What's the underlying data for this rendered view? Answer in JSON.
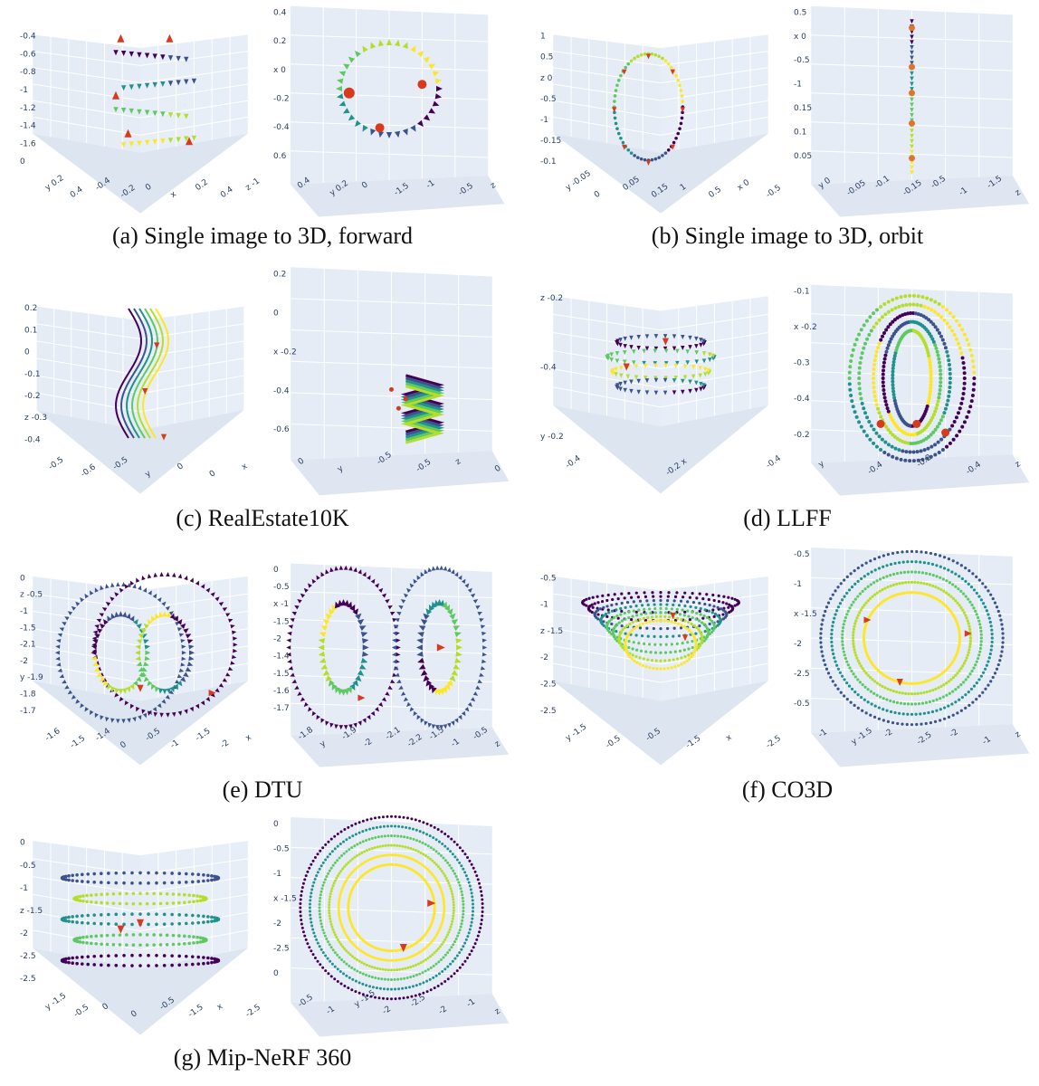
{
  "figure": {
    "panels": [
      {
        "id": "a",
        "caption": "(a) Single image to 3D, forward",
        "views": [
          {
            "ticks": [
              "-0.4",
              "-0.6",
              "-0.8",
              "-1",
              "-1.2",
              "-1.4",
              "-1.6",
              "0",
              "y 0.2",
              "0.4",
              "-0.4",
              "-0.2",
              "0",
              "x",
              "0.2",
              "0.4",
              "z -1"
            ],
            "pattern": "helix-forward"
          },
          {
            "ticks": [
              "0.4",
              "0.2",
              "x 0",
              "-0.2",
              "-0.4",
              "0.6",
              "0.4",
              "y 0.2",
              "0",
              "-1.5",
              "-1",
              "-0.5",
              "z"
            ],
            "pattern": "ring-small"
          }
        ]
      },
      {
        "id": "b",
        "caption": "(b) Single image to 3D, orbit",
        "views": [
          {
            "ticks": [
              "1",
              "0.5",
              "z 0",
              "-0.5",
              "-1",
              "-0.15",
              "-0.1",
              "y -0.05",
              "0",
              "0.05",
              "0.15",
              "1",
              "0.5",
              "x 0",
              "-0.5"
            ],
            "pattern": "orbit-vertical-ellipse"
          },
          {
            "ticks": [
              "0.5",
              "x 0",
              "-0.5",
              "-1",
              "0.15",
              "0.1",
              "0.05",
              "y 0",
              "-0.05",
              "-0.1",
              "-0.15",
              "-0.5",
              "-1",
              "-1.5",
              "z"
            ],
            "pattern": "orbit-line"
          }
        ]
      },
      {
        "id": "c",
        "caption": "(c) RealEstate10K",
        "views": [
          {
            "ticks": [
              "0.2",
              "0.1",
              "0",
              "-0.1",
              "-0.2",
              "z -0.3",
              "-0.4",
              "-0.5",
              "-0.6",
              "-0.5",
              "y",
              "0",
              "0",
              "x"
            ],
            "pattern": "wavy-lines"
          },
          {
            "ticks": [
              "0.2",
              "0",
              "x -0.2",
              "-0.4",
              "-0.6",
              "0",
              "y",
              "-0.5",
              "-0.5",
              "z",
              "0"
            ],
            "pattern": "zigzag"
          }
        ]
      },
      {
        "id": "d",
        "caption": "(d) LLFF",
        "views": [
          {
            "ticks": [
              "z -0.2",
              "-0.4",
              "y -0.2",
              "-0.4",
              "-0.2 x",
              "-0.4"
            ],
            "pattern": "stacked-rings"
          },
          {
            "ticks": [
              "-0.1",
              "x -0.2",
              "-0.3",
              "-0.4",
              "-0.2",
              "y",
              "-0.4",
              "-0.2",
              "-0.4",
              "z"
            ],
            "pattern": "nested-ellipses"
          }
        ]
      },
      {
        "id": "e",
        "caption": "(e) DTU",
        "views": [
          {
            "ticks": [
              "0",
              "z -0.5",
              "-1",
              "-1.5",
              "-2.1",
              "-2",
              "y -1.9",
              "-1.8",
              "-1.7",
              "-1.6",
              "-1.5",
              "-1.4",
              "0",
              "-0.5",
              "-1",
              "-1.5",
              "-2",
              "x"
            ],
            "pattern": "double-rings"
          },
          {
            "ticks": [
              "0",
              "-0.5",
              "x -1",
              "-1.5",
              "-2",
              "-1.4",
              "-1.5",
              "-1.6",
              "-1.7",
              "-1.8",
              "y",
              "-1.9",
              "-2",
              "-2.1",
              "-2.2",
              "-1.5",
              "-1",
              "-0.5",
              "z"
            ],
            "pattern": "double-ellipses"
          }
        ]
      },
      {
        "id": "f",
        "caption": "(f) CO3D",
        "views": [
          {
            "ticks": [
              "-0.5",
              "-1",
              "z -1.5",
              "-2",
              "-2.5",
              "-2.5",
              "y -1.5",
              "-0.5",
              "-0.5",
              "-1.5",
              "x",
              "-2.5"
            ],
            "pattern": "bowl"
          },
          {
            "ticks": [
              "-0.5",
              "-1",
              "x -1.5",
              "-2",
              "-2.5",
              "-0.5",
              "-1",
              "y -1.5",
              "-2",
              "-2.5",
              "-2",
              "-1",
              "z"
            ],
            "pattern": "radial-ring"
          }
        ]
      },
      {
        "id": "g",
        "caption": "(g) Mip-NeRF 360",
        "views": [
          {
            "ticks": [
              "0",
              "-0.5",
              "-1",
              "z -1.5",
              "-2",
              "-2.5",
              "-2.5",
              "y -1.5",
              "-0.5",
              "0",
              "0",
              "-0.5",
              "-1.5",
              "x",
              "-2.5"
            ],
            "pattern": "flat-discs"
          },
          {
            "ticks": [
              "0",
              "-0.5",
              "-1",
              "x -1.5",
              "-2",
              "-2.5",
              "0",
              "-0.5",
              "-1",
              "y -1.5",
              "-2",
              "-2.5",
              "-2",
              "-1",
              "z"
            ],
            "pattern": "radial-ring-dense"
          }
        ]
      }
    ],
    "colors": {
      "pane": "#e5ecf6",
      "grid": "#ffffff",
      "tick_text": "#2a3f5f",
      "highlight_camera": "#d73a1c",
      "viridis": [
        "#440154",
        "#3b528b",
        "#21918c",
        "#5ec962",
        "#b5de2b",
        "#fde725"
      ]
    }
  }
}
